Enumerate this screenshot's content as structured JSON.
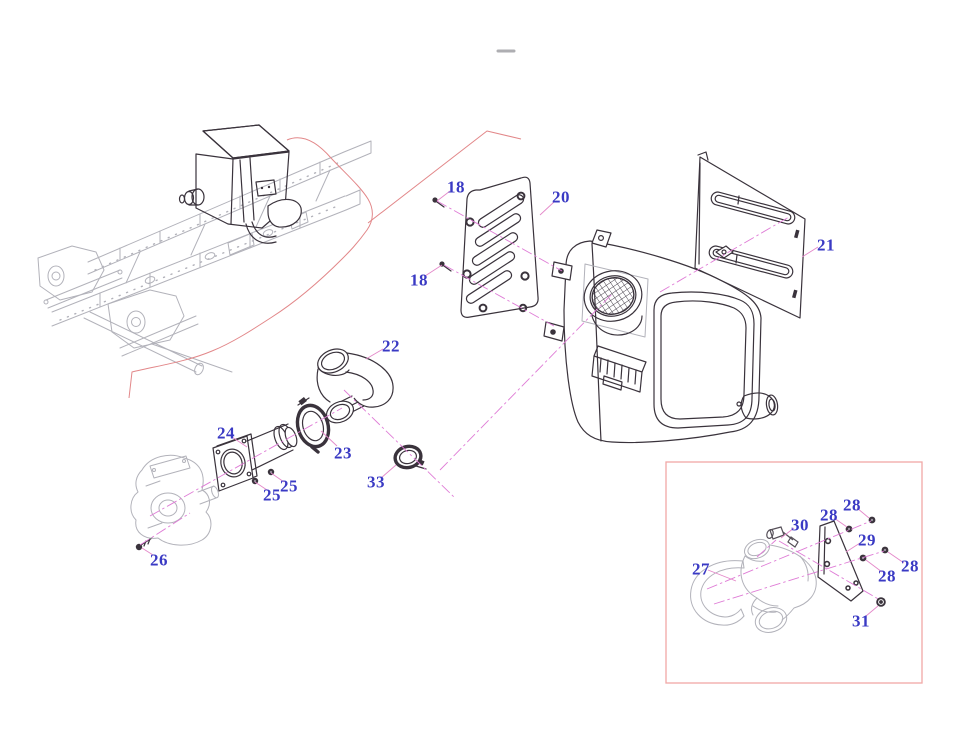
{
  "diagram": {
    "kind": "exploded-parts-diagram",
    "colors": {
      "label": "#3a3ac4",
      "leader": "#e488c9",
      "axis": "#df7cd6",
      "red": "#e28789",
      "part": "#3a333c",
      "ghost": "#b2b2ba",
      "inset": "#f0a8a6"
    },
    "labels": [
      {
        "id": "18a",
        "text": "18"
      },
      {
        "id": "18b",
        "text": "18"
      },
      {
        "id": "20",
        "text": "20"
      },
      {
        "id": "21",
        "text": "21"
      },
      {
        "id": "22",
        "text": "22"
      },
      {
        "id": "23",
        "text": "23"
      },
      {
        "id": "24",
        "text": "24"
      },
      {
        "id": "25a",
        "text": "25"
      },
      {
        "id": "25b",
        "text": "25"
      },
      {
        "id": "26",
        "text": "26"
      },
      {
        "id": "33",
        "text": "33"
      },
      {
        "id": "27",
        "text": "27"
      },
      {
        "id": "30",
        "text": "30"
      },
      {
        "id": "28a",
        "text": "28"
      },
      {
        "id": "28b",
        "text": "28"
      },
      {
        "id": "28c",
        "text": "28"
      },
      {
        "id": "28d",
        "text": "28"
      },
      {
        "id": "29",
        "text": "29"
      },
      {
        "id": "31",
        "text": "31"
      }
    ]
  }
}
